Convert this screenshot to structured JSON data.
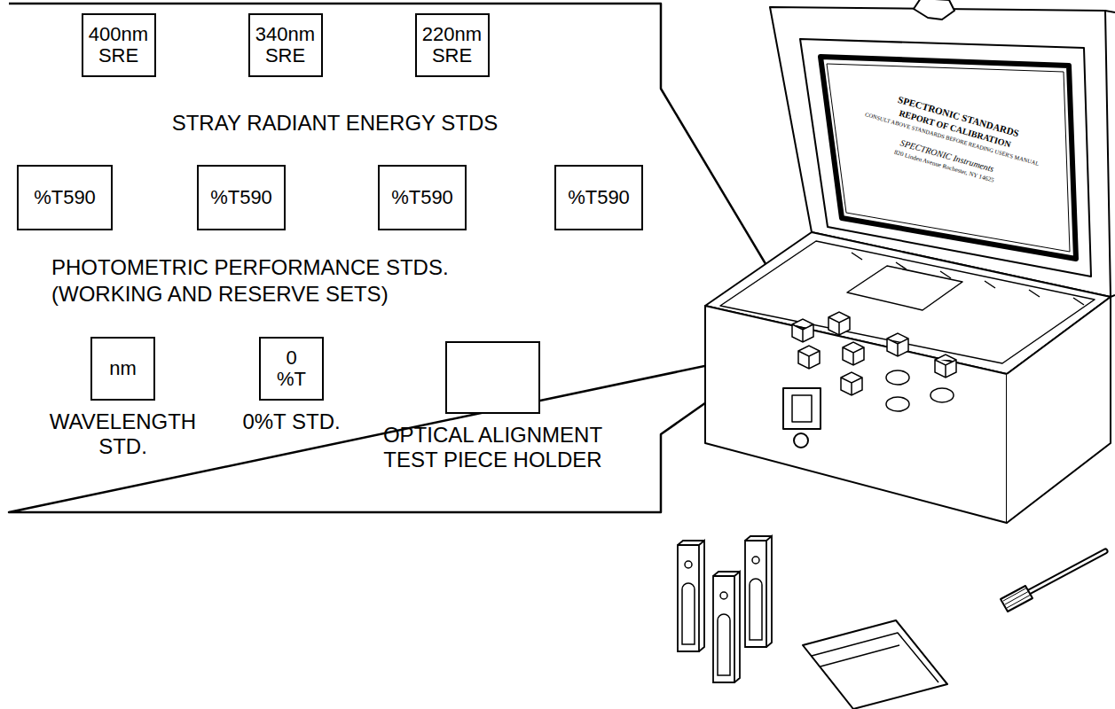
{
  "diagram": {
    "nodes": [
      {
        "text": [
          "STRAY RADIANT ENERGY STDS",
          "PHOTOMETRIC PERFORMANCE STDS. (WORKING AND RESERVE SETS)"
        ]
      },
      {
        "text": [
          "400nm SRE"
        ],
        "in": 0
      },
      {
        "text": [
          "340nm SRE"
        ],
        "in": 0
      },
      {
        "text": [
          "220nm SRE"
        ],
        "in": 0
      },
      {
        "text": [
          "%T590"
        ],
        "in": 0
      },
      {
        "text": [
          "%T590"
        ],
        "in": 0
      },
      {
        "text": [
          "%T590"
        ],
        "in": 0
      },
      {
        "text": [
          "%T590"
        ],
        "in": 0
      },
      {
        "text": [
          "nm",
          "WAVELENGTH STD."
        ],
        "in": 0
      },
      {
        "text": [
          "0 %T",
          "0%T STD."
        ],
        "in": 0
      },
      {
        "text": [
          "OPTICAL ALIGNMENT TEST PIECE HOLDER"
        ],
        "in": 0
      }
    ],
    "edges": [],
    "labels": [
      "SPECTRONIC STANDARDS",
      "REPORT OF CALIBRATION",
      "CONSULT ABOVE STANDARDS BEFORE READING USER'S MANUAL",
      "SPECTRONIC Instruments",
      "820 Linden Avenue Rochester, NY 14625"
    ]
  }
}
